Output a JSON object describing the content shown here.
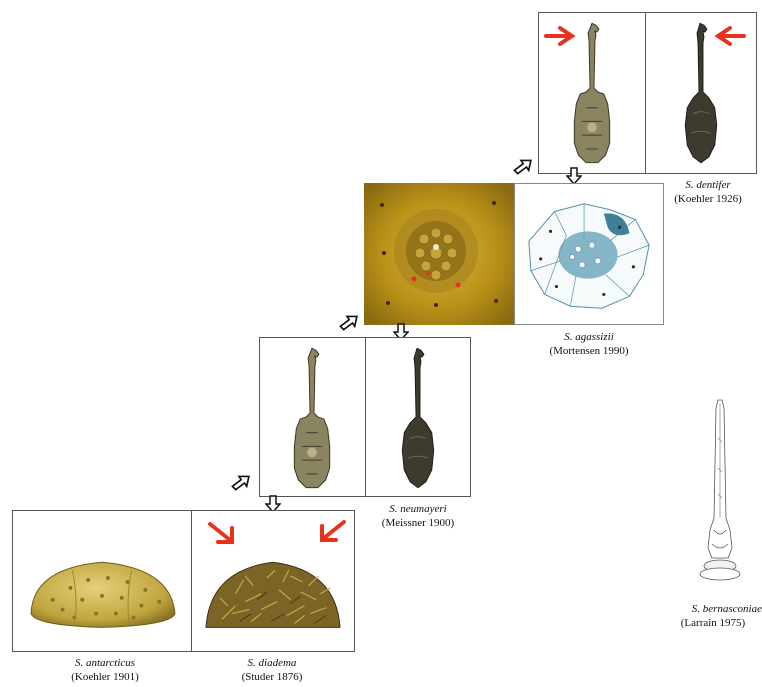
{
  "species": [
    {
      "name": "S. dentifer",
      "author": "(Koehler 1926)"
    },
    {
      "name": "S. agassizii",
      "author": "(Mortensen 1990)"
    },
    {
      "name": "S. neumayeri",
      "author": "(Meissner 1900)"
    },
    {
      "name": "S. antarcticus",
      "author": "(Koehler 1901)"
    },
    {
      "name": "S. diadema",
      "author": "(Studer 1876)"
    },
    {
      "name": "S. bernasconiae",
      "author": "(Larrain 1975)"
    }
  ],
  "colors": {
    "highlight_arrow": "#e8321e",
    "panel_border": "#555555",
    "shell_gold": "#c9b24a",
    "yellow_background": "#c9a51c",
    "drawing_blue": "#4f8fa8"
  },
  "icons": [
    "hollow-arrow-down-icon",
    "hollow-arrow-diagonal-icon",
    "red-arrow-icon"
  ]
}
